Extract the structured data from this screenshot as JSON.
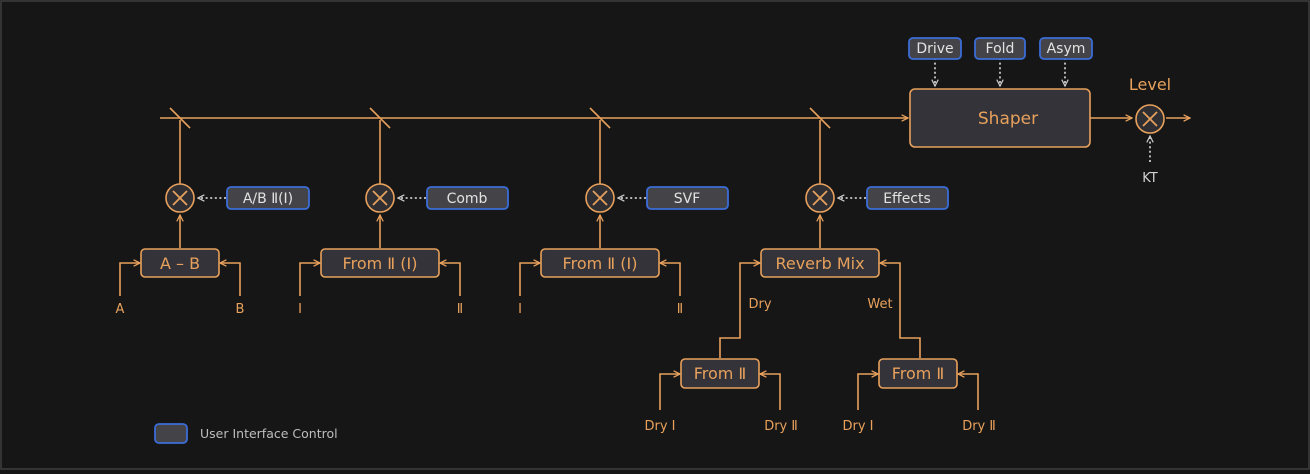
{
  "colors": {
    "background": "#161616",
    "accent": "#e8a15c",
    "control_border": "#3b6dd8",
    "control_fill": "#444448",
    "block_fill": "#333339",
    "text_light": "#e2e2e2"
  },
  "shaper": {
    "label": "Shaper",
    "controls": [
      "Drive",
      "Fold",
      "Asym"
    ]
  },
  "output": {
    "level_label": "Level",
    "kt_label": "KT"
  },
  "stages": [
    {
      "block": "A – B",
      "control": "A/B Ⅱ(I)",
      "input_left": "A",
      "input_right": "B"
    },
    {
      "block": "From Ⅱ (I)",
      "control": "Comb",
      "input_left": "I",
      "input_right": "Ⅱ"
    },
    {
      "block": "From Ⅱ (I)",
      "control": "SVF",
      "input_left": "I",
      "input_right": "Ⅱ"
    },
    {
      "block": "Reverb Mix",
      "control": "Effects",
      "input_left": "Dry",
      "input_right": "Wet"
    }
  ],
  "sub_blocks": [
    {
      "label": "From Ⅱ",
      "input_left": "Dry I",
      "input_right": "Dry Ⅱ"
    },
    {
      "label": "From Ⅱ",
      "input_left": "Dry I",
      "input_right": "Dry Ⅱ"
    }
  ],
  "legend": {
    "label": "User Interface Control"
  },
  "icons": [
    "multiply-icon",
    "arrow-icon"
  ]
}
